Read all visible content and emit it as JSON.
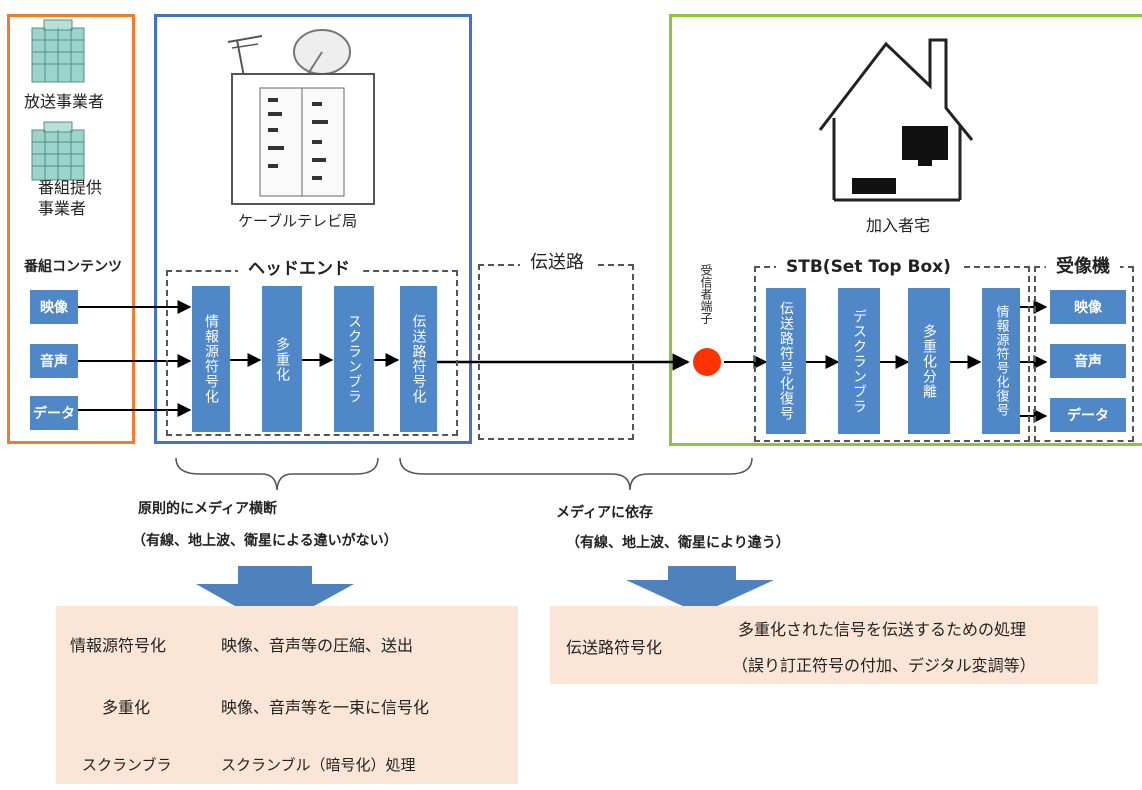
{
  "left": {
    "broadcaster": "放送事業者",
    "provider_line1": "番組提供",
    "provider_line2": "事業者",
    "contents_title": "番組コンテンツ",
    "inputs": [
      "映像",
      "音声",
      "データ"
    ]
  },
  "headend_station": {
    "station_label": "ケーブルテレビ局",
    "group_title": "ヘッドエンド",
    "blocks": [
      "情報源符号化",
      "多重化",
      "スクランブラ",
      "伝送路符号化"
    ]
  },
  "transmission": {
    "title": "伝送路"
  },
  "subscriber": {
    "home_label": "加入者宅",
    "terminal_label": "受信者端子",
    "stb_title": "STB(Set Top Box)",
    "stb_blocks": [
      "伝送路符号化復号",
      "デスクランブラ",
      "多重化分離",
      "情報源符号化復号"
    ],
    "receiver_title": "受像機",
    "outputs": [
      "映像",
      "音声",
      "データ"
    ]
  },
  "notes": {
    "left_line1": "原則的にメディア横断",
    "left_line2": "（有線、地上波、衛星による違いがない）",
    "right_line1": "メディアに依存",
    "right_line2": "（有線、地上波、衛星により違う）"
  },
  "table_left": [
    {
      "term": "情報源符号化",
      "desc": "映像、音声等の圧縮、送出"
    },
    {
      "term": "多重化",
      "desc": "映像、音声等を一束に信号化"
    },
    {
      "term": "スクランブラ",
      "desc": "スクランブル（暗号化）処理"
    }
  ],
  "table_right": {
    "term": "伝送路符号化",
    "desc_line1": "多重化された信号を伝送するための処理",
    "desc_line2": "（誤り訂正符号の付加、デジタル変調等）"
  },
  "colors": {
    "orange_frame": "#ed7d31",
    "blue_frame": "#4472c4",
    "green_frame": "#8cc63f",
    "block_blue": "#4f87c7",
    "arrow_blue": "#4f81bd",
    "peach": "#fbe5d6",
    "terminal_red": "#ff3300"
  }
}
